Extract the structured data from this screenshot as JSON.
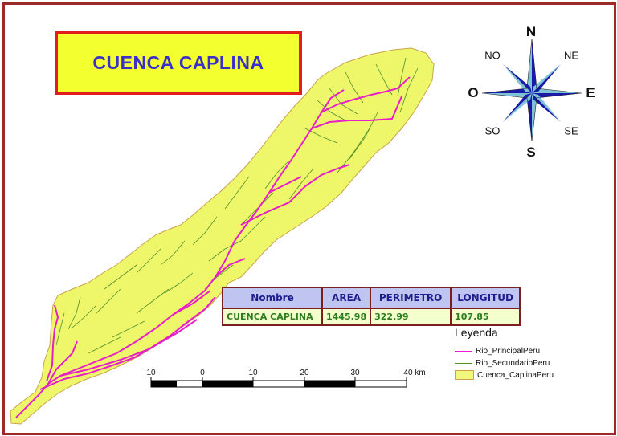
{
  "title": "CUENCA CAPLINA",
  "compass": {
    "n": "N",
    "s": "S",
    "e": "E",
    "o": "O",
    "ne": "NE",
    "no": "NO",
    "se": "SE",
    "so": "SO"
  },
  "table": {
    "headers": [
      "Nombre",
      "AREA",
      "PERIMETRO",
      "LONGITUD"
    ],
    "row": [
      "CUENCA CAPLINA",
      "1445.98",
      "322.99",
      "107.85"
    ]
  },
  "legend": {
    "title": "Leyenda",
    "items": [
      {
        "label": "Rio_PrincipalPeru",
        "color": "#e81ec8"
      },
      {
        "label": "Rio_SecundarioPeru",
        "color": "#4f8f2b"
      },
      {
        "label": "Cuenca_CaplinaPeru",
        "color": "#f0f77a"
      }
    ]
  },
  "scalebar": {
    "labels": [
      "10",
      "0",
      "10",
      "20",
      "30",
      "40 km"
    ]
  },
  "colors": {
    "basin_fill": "#eef76a",
    "basin_edge": "#c9a24a",
    "main_river": "#e81ec8",
    "secondary_river": "#4f8f2b",
    "frame": "#9b2a2a"
  }
}
